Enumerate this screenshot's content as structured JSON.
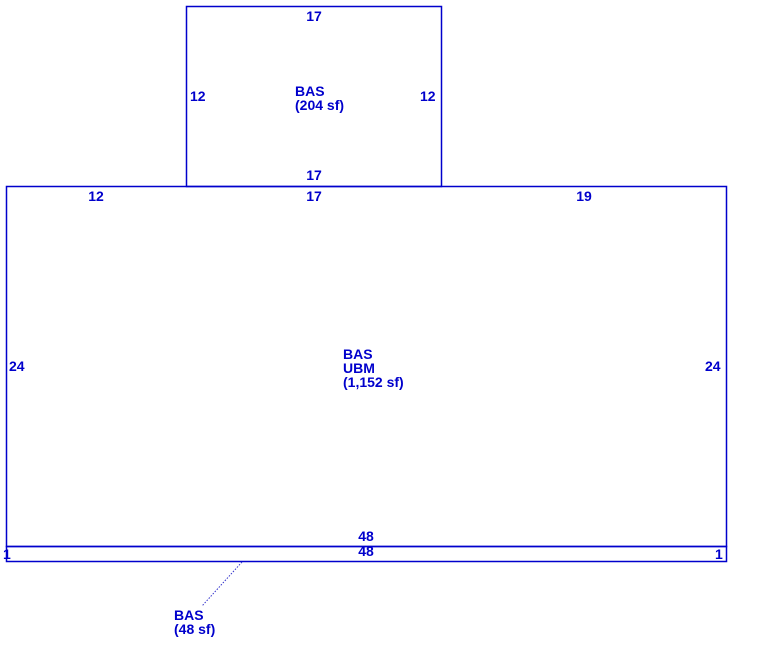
{
  "colors": {
    "line": "#0000cc",
    "text": "#0000cc",
    "leader": "#3333cc"
  },
  "upper_section": {
    "top_dim": "17",
    "left_dim": "12",
    "right_dim": "12",
    "bottom_dim": "17",
    "code": "BAS",
    "area": "(204 sf)"
  },
  "main_section": {
    "top_left_dim": "12",
    "top_middle_dim": "17",
    "top_right_dim": "19",
    "left_dim": "24",
    "right_dim": "24",
    "bottom_dim": "48",
    "code": "BAS",
    "code2": "UBM",
    "area": "(1,152 sf)"
  },
  "strip_section": {
    "top_dim": "48",
    "left_dim": "1",
    "right_dim": "1",
    "code": "BAS",
    "area": "(48 sf)"
  }
}
